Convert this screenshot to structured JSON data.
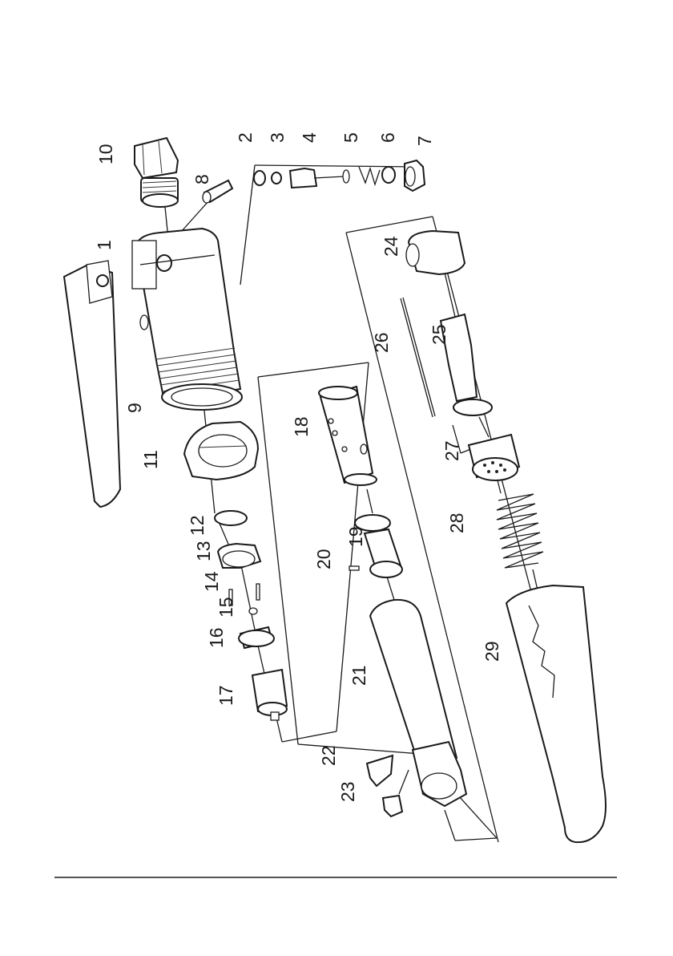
{
  "diagram": {
    "parts": [
      {
        "id": "p1",
        "label": "1"
      },
      {
        "id": "p2",
        "label": "2"
      },
      {
        "id": "p3",
        "label": "3"
      },
      {
        "id": "p4",
        "label": "4"
      },
      {
        "id": "p5",
        "label": "5"
      },
      {
        "id": "p6",
        "label": "6"
      },
      {
        "id": "p7",
        "label": "7"
      },
      {
        "id": "p8",
        "label": "8"
      },
      {
        "id": "p9",
        "label": "9"
      },
      {
        "id": "p10",
        "label": "10"
      },
      {
        "id": "p11",
        "label": "11"
      },
      {
        "id": "p12",
        "label": "12"
      },
      {
        "id": "p13",
        "label": "13"
      },
      {
        "id": "p14",
        "label": "14"
      },
      {
        "id": "p15",
        "label": "15"
      },
      {
        "id": "p16",
        "label": "16"
      },
      {
        "id": "p17",
        "label": "17"
      },
      {
        "id": "p18",
        "label": "18"
      },
      {
        "id": "p19",
        "label": "19"
      },
      {
        "id": "p20",
        "label": "20"
      },
      {
        "id": "p21",
        "label": "21"
      },
      {
        "id": "p22",
        "label": "22"
      },
      {
        "id": "p23",
        "label": "23"
      },
      {
        "id": "p24",
        "label": "24"
      },
      {
        "id": "p25",
        "label": "25"
      },
      {
        "id": "p26",
        "label": "26"
      },
      {
        "id": "p27",
        "label": "27"
      },
      {
        "id": "p28",
        "label": "28"
      },
      {
        "id": "p29",
        "label": "29"
      }
    ]
  }
}
